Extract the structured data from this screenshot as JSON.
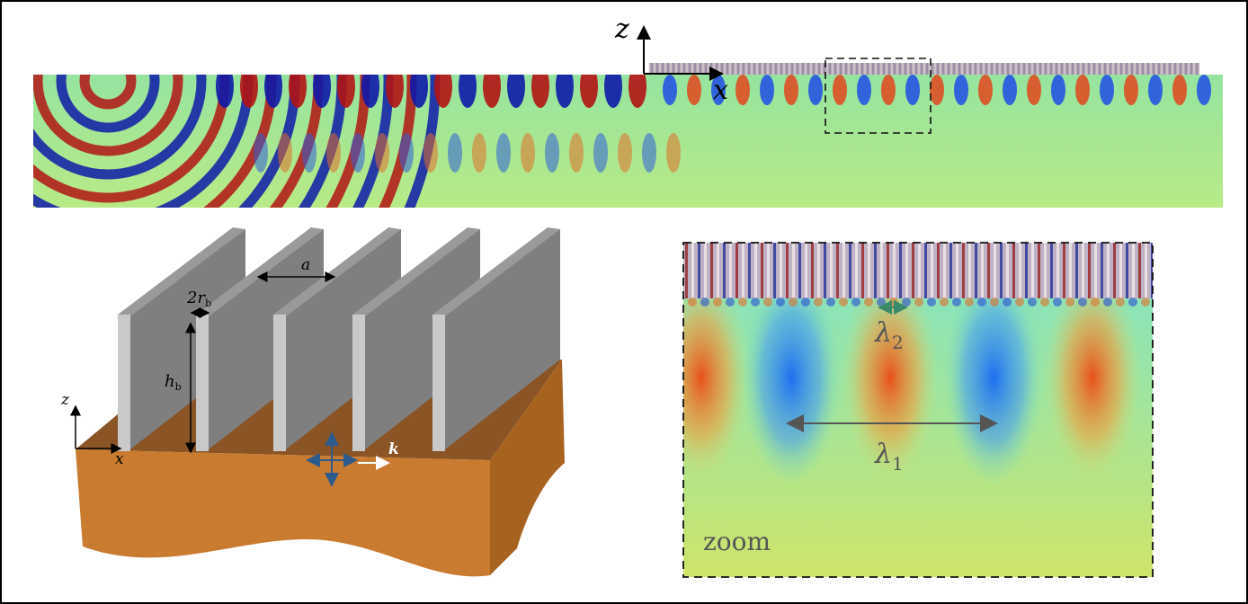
{
  "top_panel": {
    "axis_z": "z",
    "axis_x": "x"
  },
  "structure_panel": {
    "axis_z": "z",
    "axis_x": "x",
    "period": "a",
    "width_main": "2r",
    "width_sub": "b",
    "height_main": "h",
    "height_sub": "b",
    "wavevector": "k"
  },
  "zoom_panel": {
    "lambda2_main": "λ",
    "lambda2_sub": "2",
    "lambda1_main": "λ",
    "lambda1_sub": "1",
    "caption": "zoom"
  },
  "colors": {
    "field_red": "#b11414",
    "field_blue": "#0e1aa8",
    "field_green": "#8fe08a",
    "blade_face": "#8d8d8d",
    "blade_edge": "#c4c4c4",
    "substrate": "#c7792e",
    "wave_arrow": "#2d5b8c",
    "annotation": "#555555"
  }
}
